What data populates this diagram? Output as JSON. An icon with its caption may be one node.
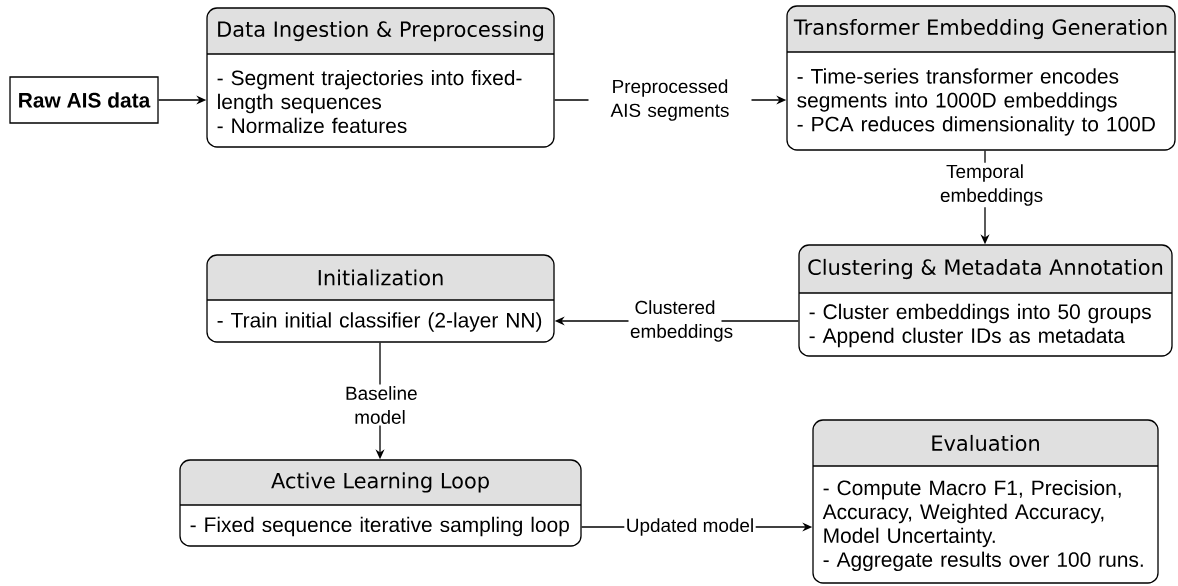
{
  "diagram": {
    "nodes": [
      {
        "text": [
          "Raw AIS data"
        ]
      },
      {
        "text": [
          "Data Ingestion & Preprocessing",
          "- Segment trajectories into fixed-length sequences",
          "- Normalize features"
        ]
      },
      {
        "text": [
          "Transformer Embedding Generation",
          "- Time-series transformer encodes segments into 1000D embeddings",
          "- PCA reduces dimensionality to 100D"
        ]
      },
      {
        "text": [
          "Clustering & Metadata Annotation",
          "- Cluster embeddings into 50 groups",
          "- Append cluster IDs as metadata"
        ]
      },
      {
        "text": [
          "Initialization",
          "- Train initial classifier (2-layer NN)"
        ]
      },
      {
        "text": [
          "Active Learning Loop",
          "- Fixed sequence iterative sampling loop"
        ]
      },
      {
        "text": [
          "Evaluation",
          "- Compute Macro F1, Precision, Accuracy, Weighted Accuracy, Model Uncertainty.",
          "- Aggregate results over 100 runs."
        ]
      }
    ],
    "edges": [
      {
        "from": 0,
        "to": 1,
        "arrow": "to"
      },
      {
        "from": 1,
        "to": 2,
        "arrow": "to",
        "label": "Preprocessed AIS segments"
      },
      {
        "from": 2,
        "to": 3,
        "arrow": "to",
        "label": "Temporal embeddings"
      },
      {
        "from": 3,
        "to": 4,
        "arrow": "to",
        "label": "Clustered embeddings"
      },
      {
        "from": 4,
        "to": 5,
        "arrow": "to",
        "label": "Baseline model"
      },
      {
        "from": 5,
        "to": 6,
        "arrow": "to",
        "label": "Updated model"
      }
    ]
  }
}
